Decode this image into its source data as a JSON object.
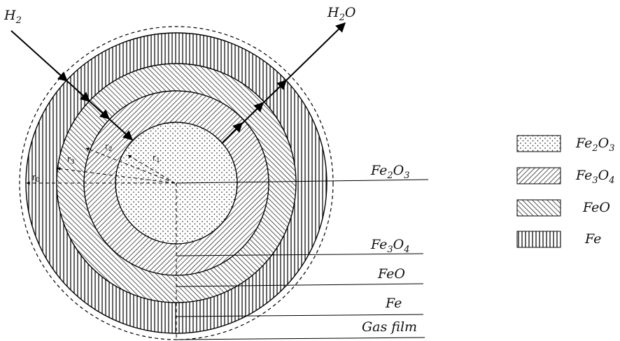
{
  "reactant": {
    "symbol": "H",
    "subscript": "2"
  },
  "product": {
    "symbol": "H",
    "subscript": "2",
    "tail": "O"
  },
  "radii": [
    {
      "id": "r0",
      "text": "r",
      "sub": "0"
    },
    {
      "id": "r3",
      "text": "r",
      "sub": "3"
    },
    {
      "id": "r2",
      "text": "r",
      "sub": "2"
    },
    {
      "id": "r1",
      "text": "r",
      "sub": "1"
    }
  ],
  "callouts": {
    "fe2o3": {
      "parts": [
        "Fe",
        "2",
        "O",
        "3"
      ]
    },
    "fe3o4": {
      "parts": [
        "Fe",
        "3",
        "O",
        "4"
      ]
    },
    "feo": {
      "text": "FeO"
    },
    "fe": {
      "text": "Fe"
    },
    "gas_film": {
      "text": "Gas film"
    }
  },
  "legend": [
    {
      "key": "fe2o3",
      "parts": [
        "Fe",
        "2",
        "O",
        "3"
      ]
    },
    {
      "key": "fe3o4",
      "parts": [
        "Fe",
        "3",
        "O",
        "4"
      ]
    },
    {
      "key": "feo",
      "text": "FeO"
    },
    {
      "key": "fe",
      "text": "Fe"
    }
  ]
}
